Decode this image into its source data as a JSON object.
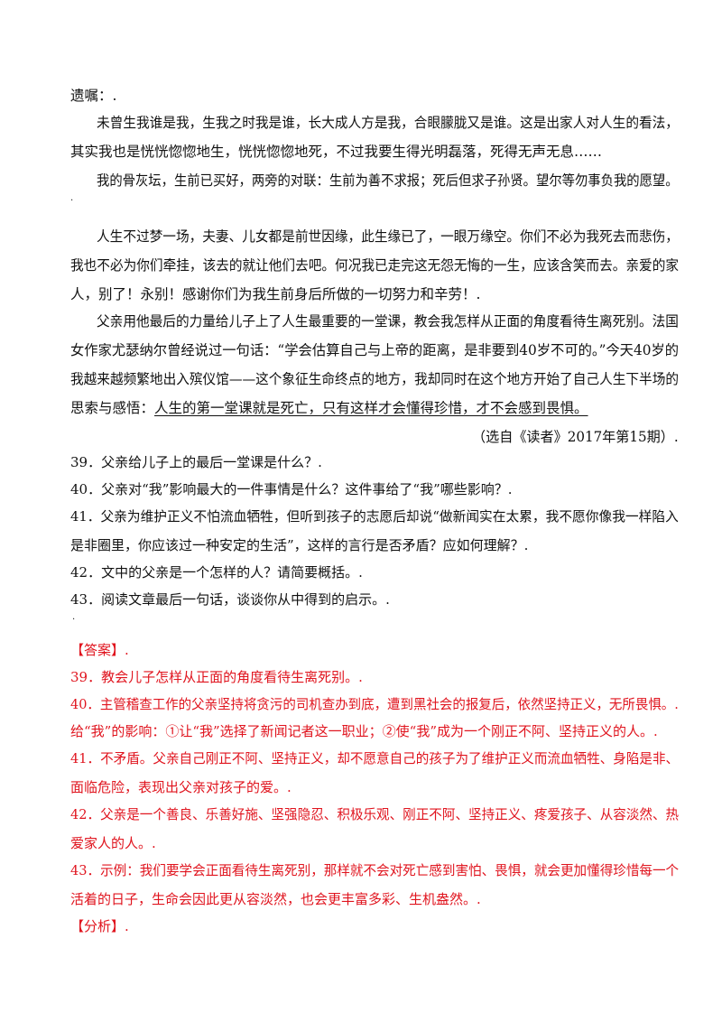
{
  "passage": {
    "line_yizhu": "遗嘱：.",
    "verse": [
      "未曾生我谁是我，生我之时我是谁，长大成人方是我，合眼朦胧又是谁。这是出家人对人生的看法，",
      "其实我也是恍恍惚惚地生，恍恍惚惚地死，不过我要生得光明磊落，死得无声无息……"
    ],
    "ashes": "我的骨灰坛，生前已买好，两旁的对联：生前为善不求报；死后但求子孙贤。望尔等勿事负我的愿望。",
    "dot_after_ashes": ".",
    "life": [
      "人生不过梦一场，夫妻、儿女都是前世因缘，此生缘已了，一眼万缘空。你们不必为我死去而悲伤，",
      "我也不必为你们牵挂，该去的就让他们去吧。何况我已走完这无怨无悔的一生，应该含笑而去。亲爱的家",
      "人，别了！永别！感谢你们为我生前身后所做的一切努力和辛劳！."
    ],
    "father": [
      "父亲用他最后的力量给儿子上了人生最重要的一堂课，教会我怎样从正面的角度看待生离死别。法国",
      "女作家尤瑟纳尔曾经说过一句话：“学会估算自己与上帝的距离，是非要到40岁不可的。”今天40岁的",
      "我越来越频繁地出入殡仪馆——这个象征生命终点的地方，我却同时在这个地方开始了自己人生下半场的"
    ],
    "last_line_prefix": "思索与感悟：",
    "last_line_underlined": "人生的第一堂课就是死亡，只有这样才会懂得珍惜，才不会感到畏惧。",
    "source": "（选自《读者》2017年第15期）."
  },
  "questions": {
    "q39": "39．父亲给儿子上的最后一堂课是什么？.",
    "q40": "40．父亲对“我”影响最大的一件事情是什么？这件事给了“我”哪些影响？.",
    "q41_l1": "41．父亲为维护正义不怕流血牺牲，但听到孩子的志愿后却说“做新闻实在太累，我不愿你像我一样陷入",
    "q41_l2": "是非圈里，你应该过一种安定的生活”，这样的言行是否矛盾？应如何理解？.",
    "q42": "42．文中的父亲是一个怎样的人？请简要概括。.",
    "q43": "43．阅读文章最后一句话，谈谈你从中得到的启示。.",
    "dot": "."
  },
  "answer": {
    "header": "【答案】.",
    "a39": "39．教会儿子怎样从正面的角度看待生离死别。.",
    "a40_l1": "40．主管稽查工作的父亲坚持将贪污的司机查办到底，遭到黑社会的报复后，依然坚持正义，无所畏惧。.",
    "a40_l2": "给“我”的影响：①让“我”选择了新闻记者这一职业；②使“我”成为一个刚正不阿、坚持正义的人。.",
    "a41_l1": "41．不矛盾。父亲自己刚正不阿、坚持正义，却不愿意自己的孩子为了维护正义而流血牺牲、身陷是非、",
    "a41_l2": "面临危险，表现出父亲对孩子的爱。.",
    "a42_l1": "42．父亲是一个善良、乐善好施、坚强隐忍、积极乐观、刚正不阿、坚持正义、疼爱孩子、从容淡然、热",
    "a42_l2": "爱家人的人。.",
    "a43_l1": "43．示例：我们要学会正面看待生离死别，那样就不会对死亡感到害怕、畏惧，就会更加懂得珍惜每一个",
    "a43_l2": "活着的日子，生命会因此更从容淡然，也会更丰富多彩、生机盎然。.",
    "analysis_header": "【分析】."
  },
  "colors": {
    "answer_red": "#e0141e",
    "text": "#111111"
  }
}
